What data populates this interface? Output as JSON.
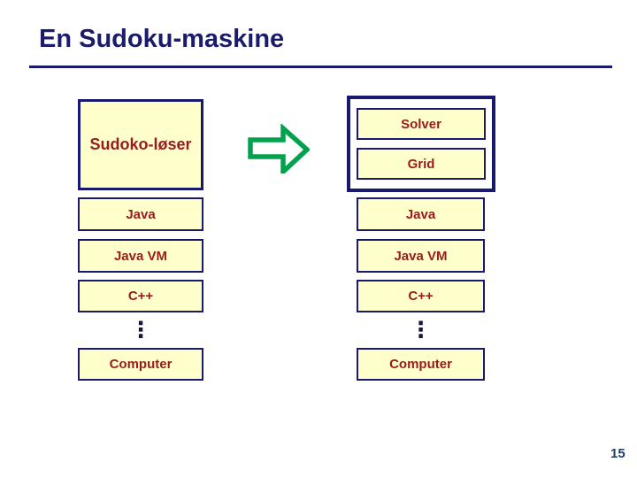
{
  "slide": {
    "title": "En Sudoku-maskine",
    "page_number": "15"
  },
  "colors": {
    "title_navy": "#1b1b6b",
    "border_navy": "#191970",
    "box_fill_cream": "#ffffcc",
    "label_maroon": "#9a1a1e",
    "arrow_green": "#00a24d",
    "page_number_blue": "#1d3e6f",
    "background": "#ffffff"
  },
  "diagram": {
    "arrow_icon": "right-block-arrow",
    "left_stack": {
      "top_box_label": "Sudoko-løser",
      "layers": [
        "Java",
        "Java VM",
        "C++"
      ],
      "ellipsis": "⋮",
      "bottom_box_label": "Computer"
    },
    "right_stack": {
      "container_boxes": [
        "Solver",
        "Grid"
      ],
      "layers": [
        "Java",
        "Java VM",
        "C++"
      ],
      "ellipsis": "⋮",
      "bottom_box_label": "Computer"
    }
  }
}
